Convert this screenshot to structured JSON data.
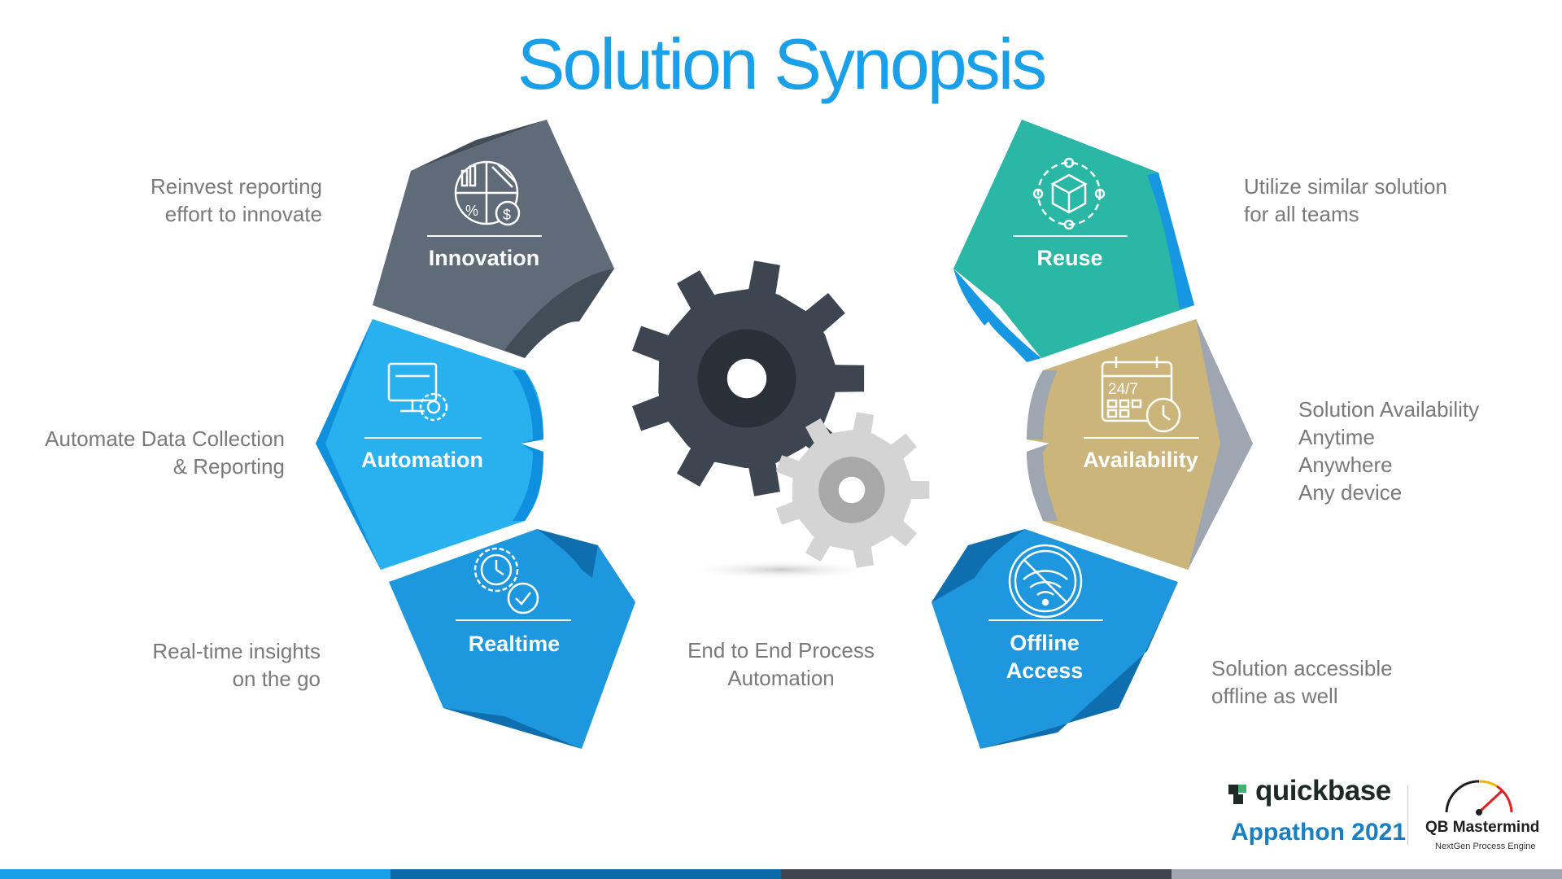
{
  "title": "Solution Synopsis",
  "center_text": "End to End Process\nAutomation",
  "segments": {
    "innovation": {
      "label": "Innovation",
      "description": "Reinvest reporting\neffort to innovate",
      "icon": "pie-chart-dollar-icon"
    },
    "automation": {
      "label": "Automation",
      "description": "Automate Data Collection\n& Reporting",
      "icon": "monitor-gear-icon"
    },
    "realtime": {
      "label": "Realtime",
      "description": "Real-time insights\non the go",
      "icon": "clock-gear-check-icon"
    },
    "reuse": {
      "label": "Reuse",
      "description": "Utilize similar solution\nfor all teams",
      "icon": "cube-network-icon"
    },
    "availability": {
      "label": "Availability",
      "description": "Solution Availability\nAnytime\nAnywhere\nAny device",
      "icon": "calendar-clock-icon",
      "icon_text": "24/7"
    },
    "offline": {
      "label_line1": "Offline",
      "label_line2": "Access",
      "description": "Solution accessible\noffline as well",
      "icon": "wifi-off-icon"
    }
  },
  "footer": {
    "quickbase": "quickbase",
    "appathon": "Appathon 2021",
    "mastermind": "QB Mastermind",
    "mastermind_tagline": "NextGen Process Engine"
  },
  "colors": {
    "title": "#1aa0e8",
    "innovation": "#5f6b78",
    "innovation_dark": "#434d58",
    "automation": "#29b0ee",
    "automation_dark": "#0e90de",
    "realtime": "#1d97de",
    "realtime_dark": "#0f6fae",
    "reuse": "#2ab7a6",
    "reuse_accent": "#1796e2",
    "availability": "#cbb57a",
    "availability_accent": "#9ea7b1",
    "offline": "#1e97de",
    "offline_dark": "#0f6fae",
    "gear_dark": "#3d4650",
    "gear_light": "#d4d4d4",
    "bottom_bar": [
      "#1aa0e8",
      "#0d6aa8",
      "#3d4650",
      "#9ea7b1"
    ]
  }
}
